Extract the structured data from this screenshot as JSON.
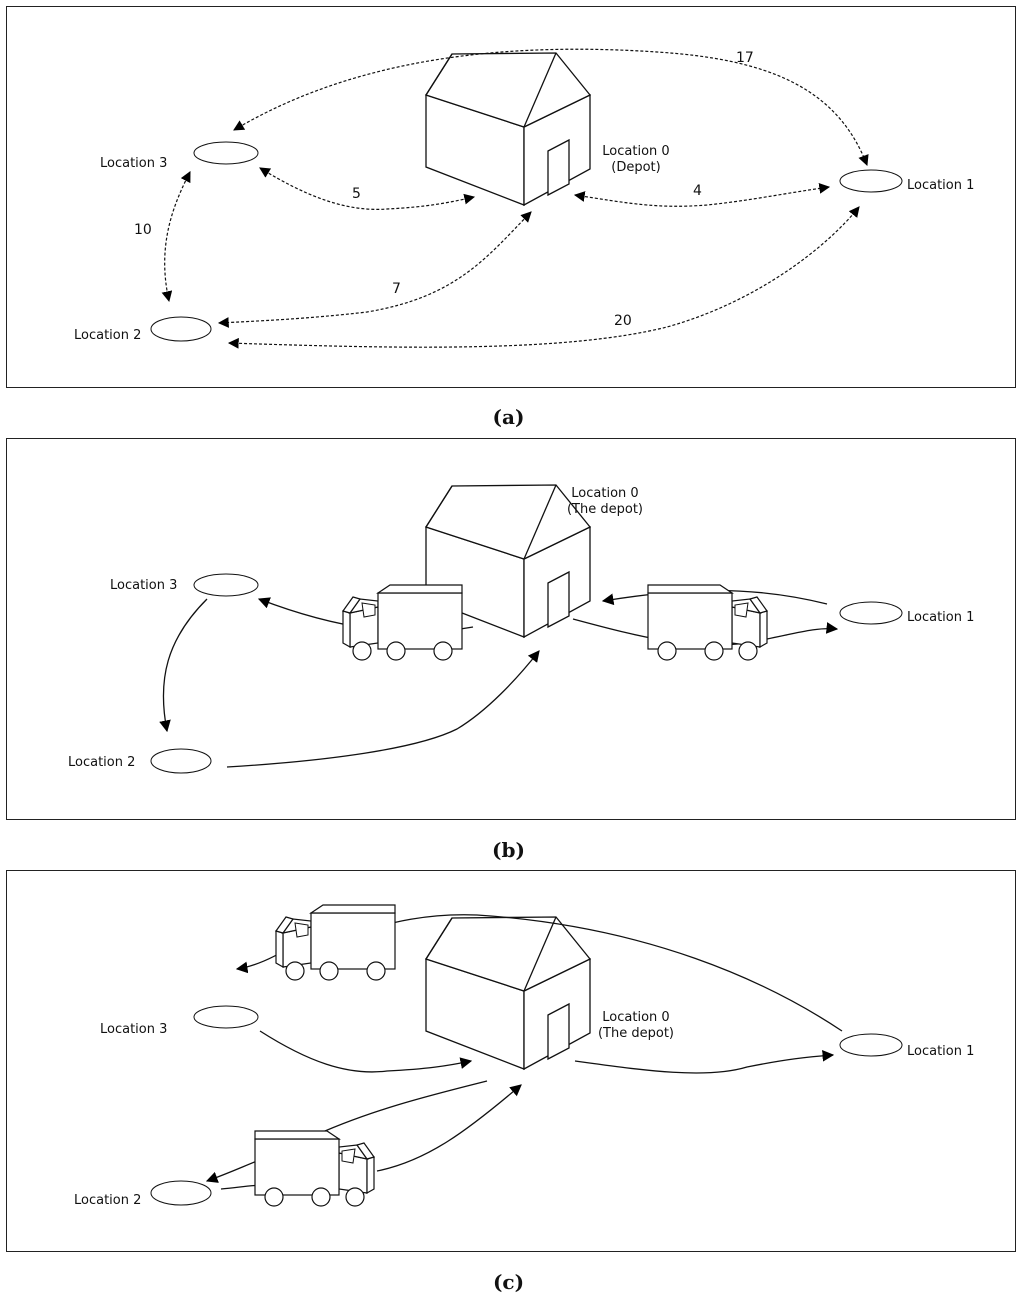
{
  "panels": [
    {
      "caption": "(a)",
      "locations": {
        "depot": "Location 0",
        "depot_sub": "(Depot)",
        "loc1": "Location 1",
        "loc2": "Location 2",
        "loc3": "Location 3"
      },
      "distances": {
        "d03": "5",
        "d01": "4",
        "d02": "7",
        "d13": "17",
        "d12": "20",
        "d23": "10"
      }
    },
    {
      "caption": "(b)",
      "locations": {
        "depot": "Location 0",
        "depot_sub": "(The depot)",
        "loc1": "Location 1",
        "loc2": "Location 2",
        "loc3": "Location 3"
      }
    },
    {
      "caption": "(c)",
      "locations": {
        "depot": "Location 0",
        "depot_sub": "(The depot)",
        "loc1": "Location 1",
        "loc2": "Location 2",
        "loc3": "Location 3"
      }
    }
  ]
}
